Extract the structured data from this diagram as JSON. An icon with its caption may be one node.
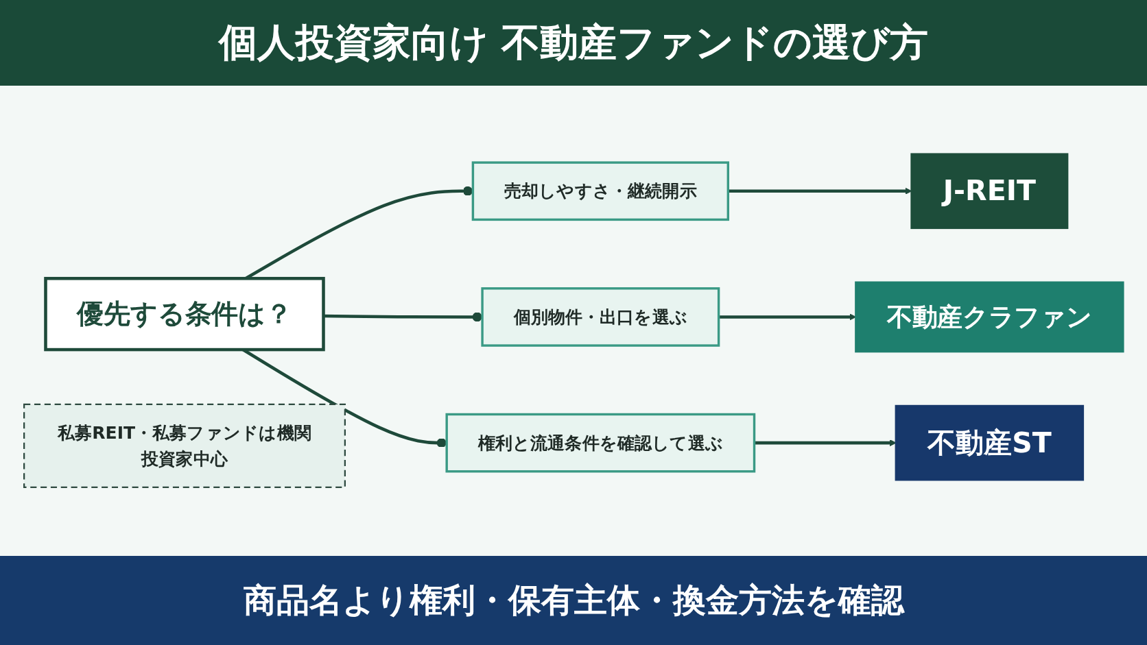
{
  "diagram": {
    "title": "個人投資家向け 不動産ファンドの選び方",
    "nodes": [
      {
        "text": [
          "優先する条件は？"
        ]
      },
      {
        "text": [
          "売却しやすさ・継続開示"
        ]
      },
      {
        "text": [
          "個別物件・出口を選ぶ"
        ]
      },
      {
        "text": [
          "権利と流通条件を確認して選ぶ"
        ]
      },
      {
        "text": [
          "J-REIT"
        ]
      },
      {
        "text": [
          "不動産クラファン"
        ]
      },
      {
        "text": [
          "不動産ST"
        ]
      },
      {
        "text": [
          "私募REIT・私募ファンドは機関投資家中心"
        ]
      }
    ],
    "edges": [
      {
        "from": 0,
        "to": 1,
        "arrow": "other"
      },
      {
        "from": 0,
        "to": 2,
        "arrow": "other"
      },
      {
        "from": 0,
        "to": 3,
        "arrow": "other"
      },
      {
        "from": 1,
        "to": 4,
        "arrow": "to"
      },
      {
        "from": 2,
        "to": 5,
        "arrow": "to"
      },
      {
        "from": 3,
        "to": 6,
        "arrow": "to"
      }
    ],
    "caption": "商品名より権利・保有主体・換金方法を確認"
  }
}
